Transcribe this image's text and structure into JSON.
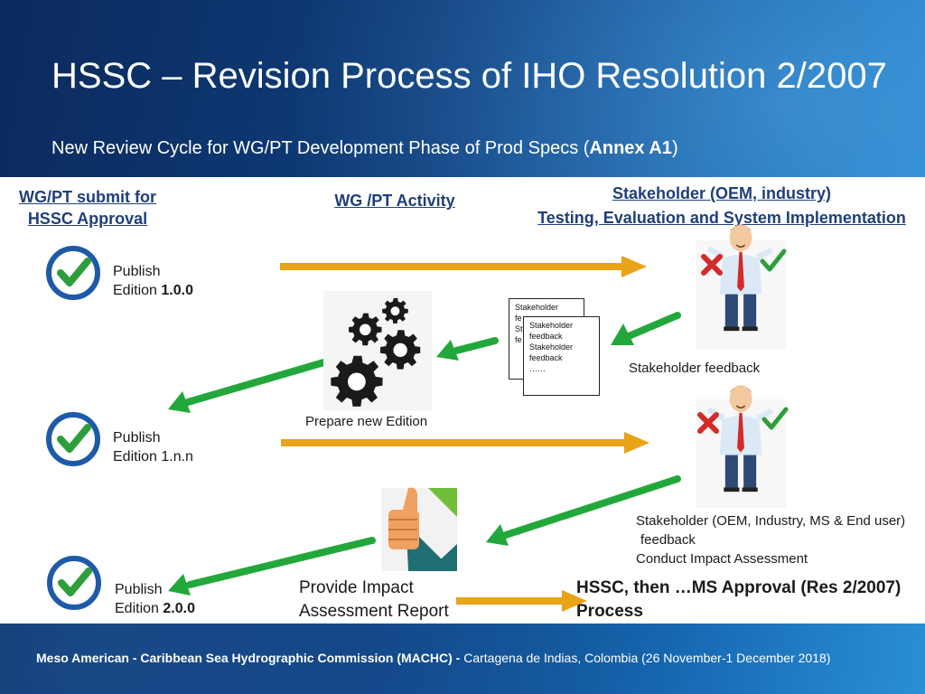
{
  "slide": {
    "title": "HSSC – Revision Process of IHO Resolution 2/2007",
    "subtitle_prefix": "New Review Cycle for WG/PT Development Phase of Prod Specs (",
    "subtitle_bold": "Annex A1",
    "subtitle_suffix": ")"
  },
  "columns": {
    "left_line1": "WG/PT submit for",
    "left_line2": "HSSC Approval",
    "middle": "WG /PT Activity",
    "right_line1": "Stakeholder (OEM, industry)",
    "right_line2": "Testing, Evaluation and System Implementation"
  },
  "steps": {
    "publish1_line1": "Publish",
    "publish1_prefix": "Edition ",
    "publish1_version": "1.0.0",
    "publish2_line1": "Publish",
    "publish2_line2": "Edition 1.n.n",
    "publish3_line1": "Publish",
    "publish3_prefix": "Edition ",
    "publish3_version": "2.0.0"
  },
  "labels": {
    "prepare": "Prepare new Edition",
    "stakeholder_feedback": "Stakeholder feedback",
    "stakeholder2_line1": "Stakeholder (OEM, Industry, MS & End user)",
    "stakeholder2_line2": "feedback",
    "stakeholder2_line3": "Conduct Impact Assessment",
    "impact_line1": "Provide Impact",
    "impact_line2": "Assessment Report",
    "hssc_line1": "HSSC, then …MS Approval (Res 2/2007)",
    "hssc_line2": "Process"
  },
  "documents": {
    "back_lines": [
      "Stakeholder",
      "fe",
      "St",
      "fe"
    ],
    "front_lines": [
      "Stakeholder",
      "feedback",
      "Stakeholder",
      "feedback",
      "……"
    ]
  },
  "footer": {
    "bold": "Meso American - Caribbean Sea Hydrographic Commission  (MACHC) - ",
    "normal": "Cartagena de Indias, Colombia (26 November-1 December 2018)"
  },
  "icons": [
    "check-icon",
    "gears-icon",
    "person-icon",
    "cross-icon",
    "thumbs-up-icon"
  ],
  "colors": {
    "check_blue": "#1e5aa8",
    "check_green": "#2e9e3a",
    "arrow_orange": "#e8a317",
    "arrow_green": "#22a83a",
    "header_blue": "#1f3f7a"
  }
}
